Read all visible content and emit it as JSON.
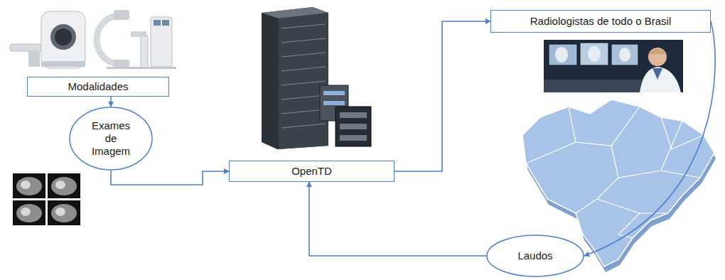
{
  "diagram": {
    "nodes": [
      {
        "text": [
          "Modalidades"
        ]
      },
      {
        "text": [
          "Exames de Imagem"
        ]
      },
      {
        "text": [
          "OpenTD"
        ]
      },
      {
        "text": [
          "Radiologistas de todo o Brasil"
        ]
      },
      {
        "text": [
          "Laudos"
        ]
      }
    ],
    "edges": [
      {
        "from": 0,
        "to": 1,
        "arrow": "to"
      },
      {
        "from": 1,
        "to": 2,
        "arrow": "to"
      },
      {
        "from": 2,
        "to": 3,
        "arrow": "to"
      },
      {
        "from": 3,
        "to": 4,
        "arrow": "to"
      },
      {
        "from": 4,
        "to": 2,
        "arrow": "to"
      }
    ]
  }
}
